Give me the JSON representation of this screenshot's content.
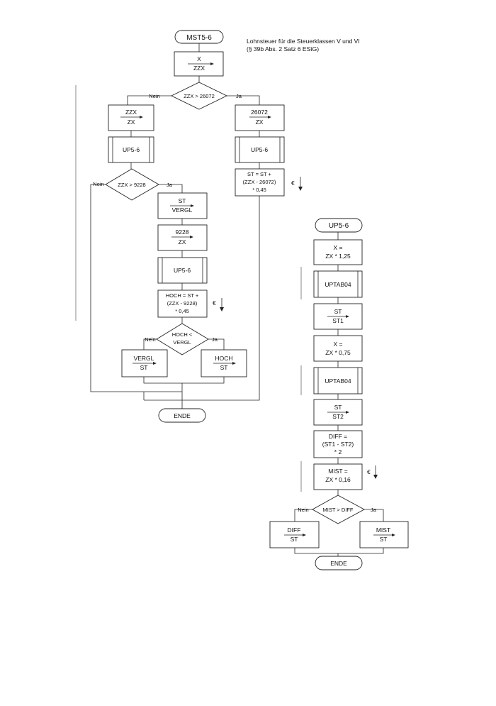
{
  "caption": {
    "line1": "Lohnsteuer für die Steuerklassen V und VI",
    "line2": "(§ 39b Abs. 2 Satz 6 EStG)"
  },
  "main": {
    "start": "MST5-6",
    "assign1": {
      "from": "X",
      "to": "ZZX"
    },
    "dec1": {
      "cond": "ZZX > 26072",
      "no": "Nein",
      "yes": "Ja"
    },
    "left_assign": {
      "from": "ZZX",
      "to": "ZX"
    },
    "right_assign": {
      "from": "26072",
      "to": "ZX"
    },
    "call_left": "UP5-6",
    "call_right": "UP5-6",
    "calc_st": {
      "l1": "ST = ST +",
      "l2": "(ZZX - 26072)",
      "l3": "* 0,45"
    },
    "euro1": "€",
    "dec2": {
      "cond": "ZZX > 9228",
      "no": "Nein",
      "yes": "Ja"
    },
    "assign_vergl": {
      "from": "ST",
      "to": "VERGL"
    },
    "assign_9228": {
      "from": "9228",
      "to": "ZX"
    },
    "call_mid": "UP5-6",
    "calc_hoch": {
      "l1": "HOCH = ST +",
      "l2": "(ZZX - 9228)",
      "l3": "* 0,45"
    },
    "euro2": "€",
    "dec3": {
      "l1": "HOCH <",
      "l2": "VERGL",
      "no": "Nein",
      "yes": "Ja"
    },
    "assign_vergl_st": {
      "from": "VERGL",
      "to": "ST"
    },
    "assign_hoch_st": {
      "from": "HOCH",
      "to": "ST"
    },
    "end": "ENDE"
  },
  "sub": {
    "start": "UP5-6",
    "calc_x1": {
      "l1": "X =",
      "l2": "ZX * 1,25"
    },
    "call1": "UPTAB04",
    "assign_st1": {
      "from": "ST",
      "to": "ST1"
    },
    "calc_x2": {
      "l1": "X =",
      "l2": "ZX * 0,75"
    },
    "call2": "UPTAB04",
    "assign_st2": {
      "from": "ST",
      "to": "ST2"
    },
    "calc_diff": {
      "l1": "DIFF =",
      "l2": "(ST1 - ST2)",
      "l3": "* 2"
    },
    "calc_mist": {
      "l1": "MIST =",
      "l2": "ZX * 0,16"
    },
    "euro": "€",
    "dec": {
      "cond": "MIST > DIFF",
      "no": "Nein",
      "yes": "Ja"
    },
    "assign_diff_st": {
      "from": "DIFF",
      "to": "ST"
    },
    "assign_mist_st": {
      "from": "MIST",
      "to": "ST"
    },
    "end": "ENDE"
  }
}
